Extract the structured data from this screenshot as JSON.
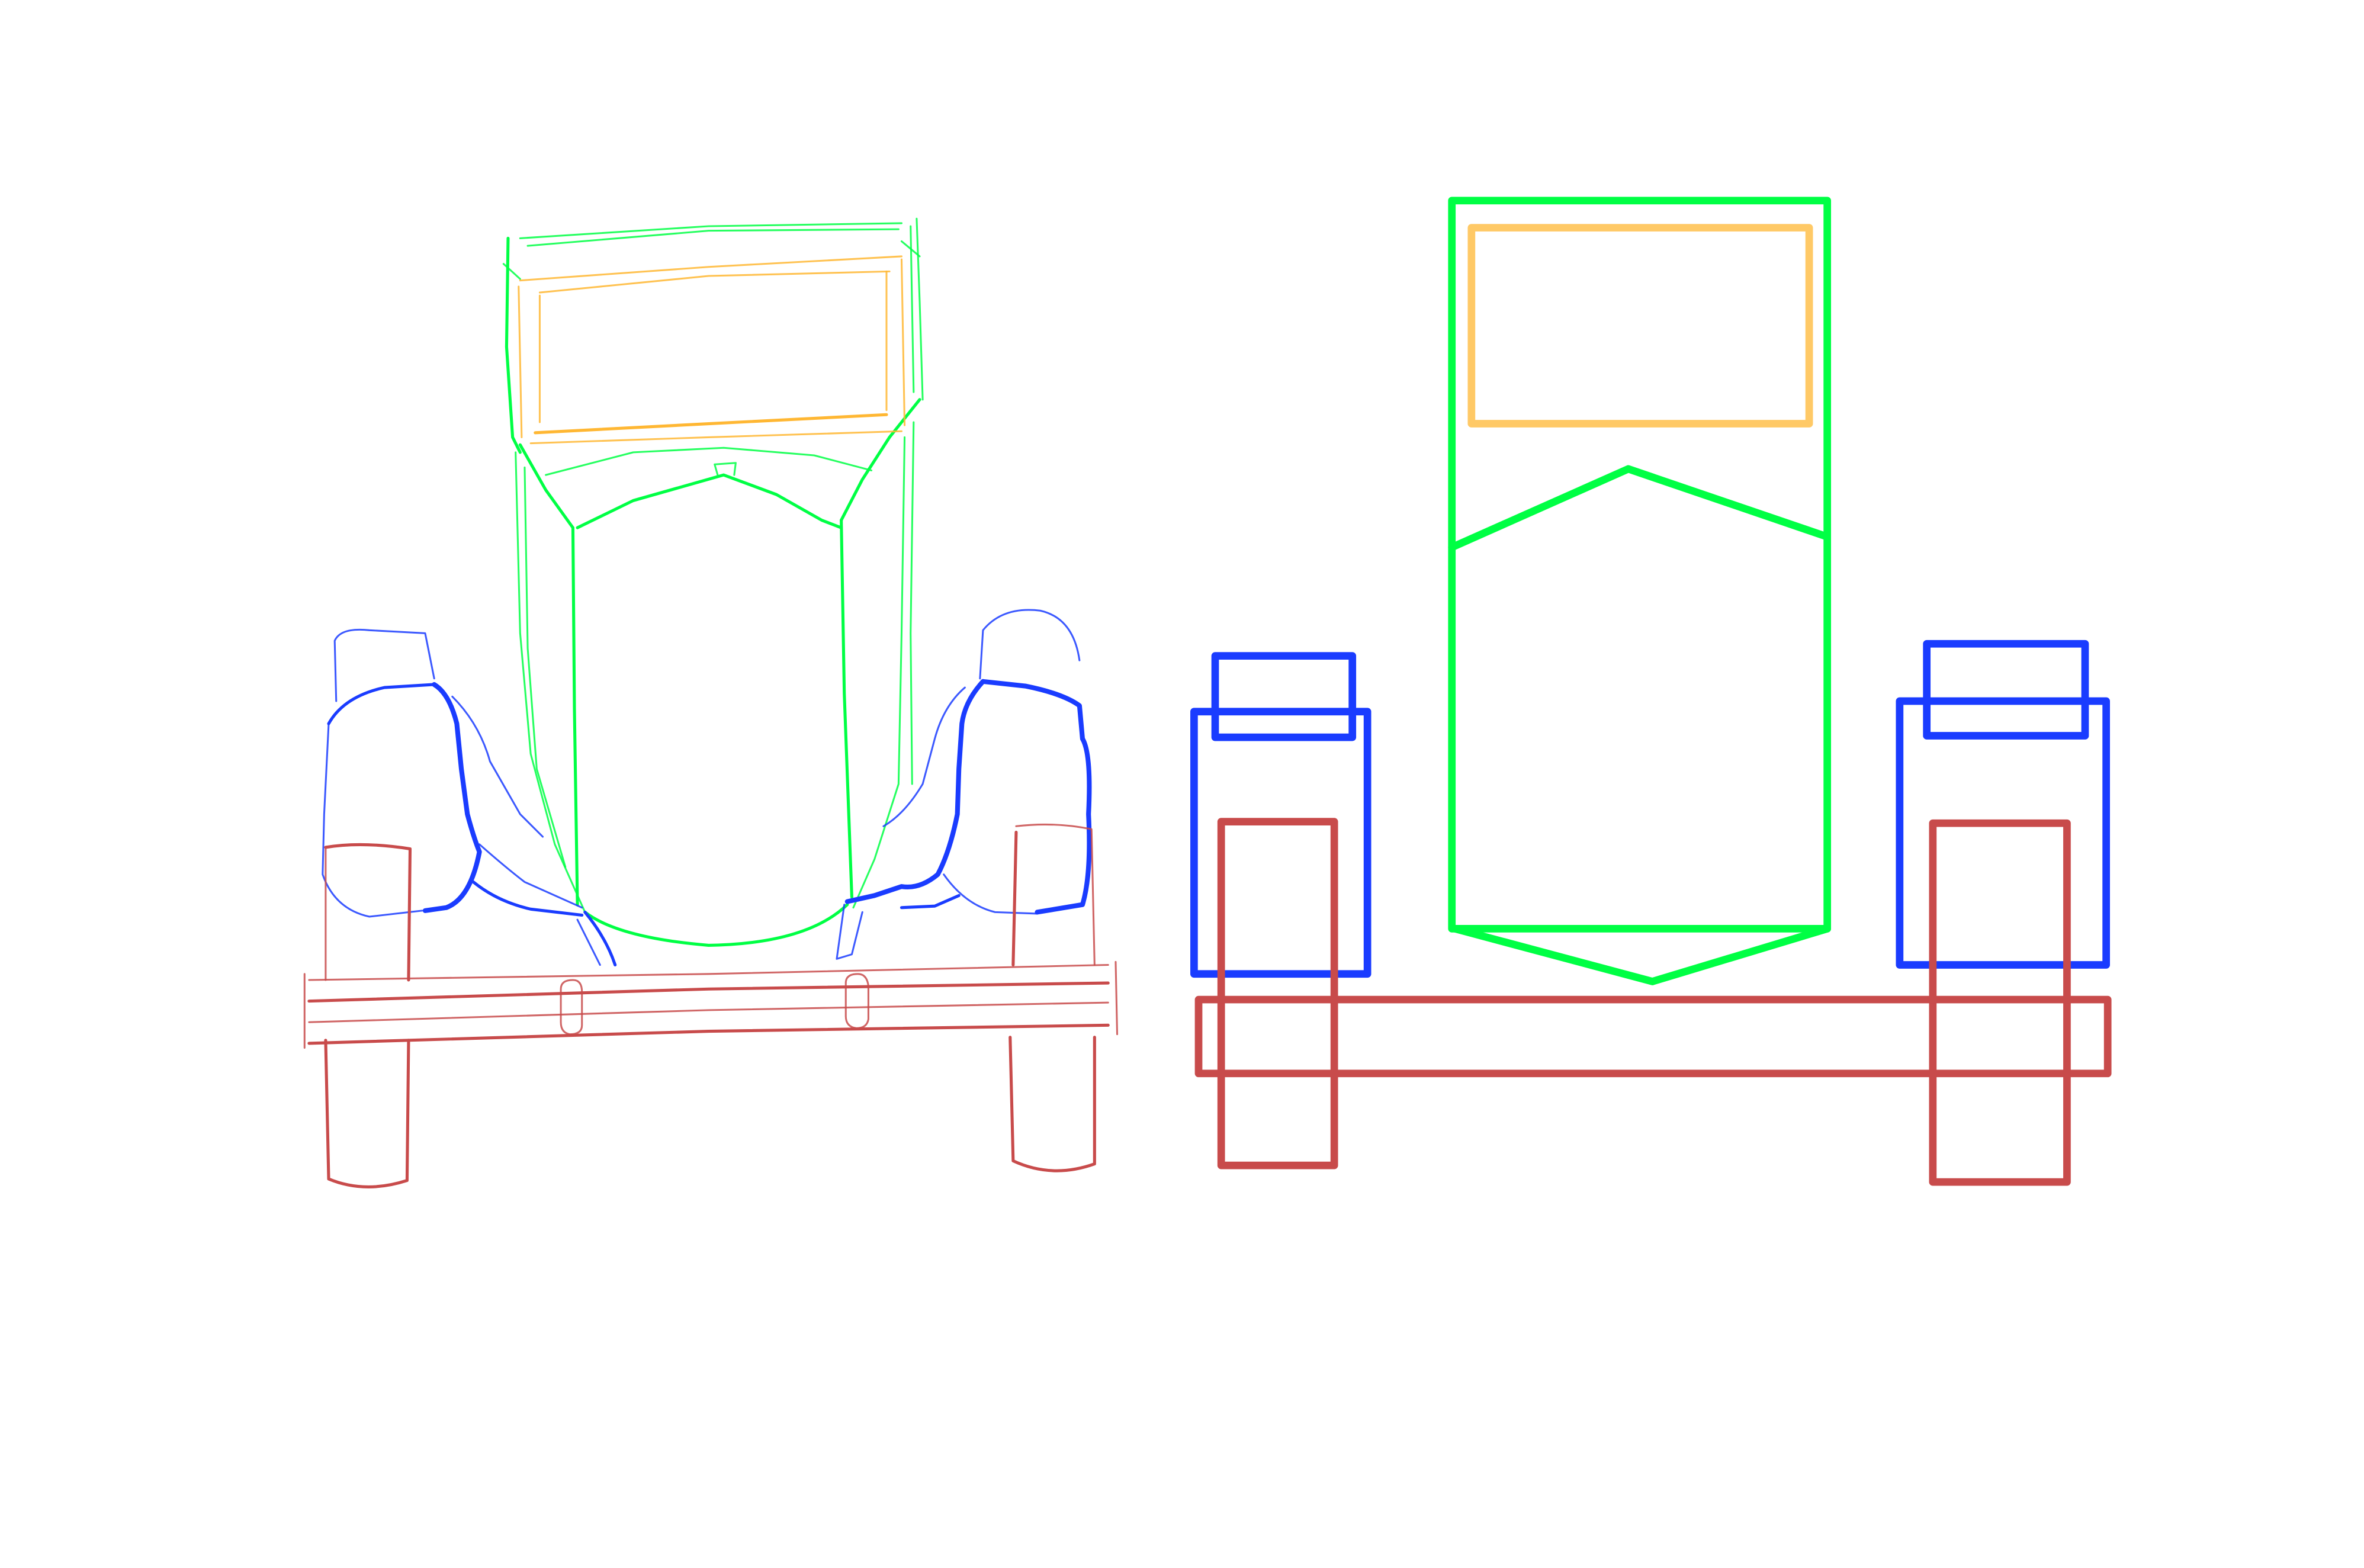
{
  "colors": {
    "body": "#00ff44",
    "windshield": "#ffc966",
    "fenders": "#1a3cff",
    "wheels_and_bumper": "#c84b4b",
    "background": "#ffffff"
  },
  "parts": [
    "body",
    "windshield",
    "fenders",
    "wheels_and_bumper"
  ]
}
